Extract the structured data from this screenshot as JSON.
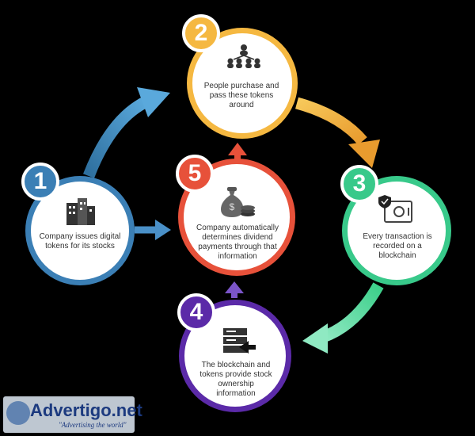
{
  "steps": [
    {
      "number": "1",
      "text": "Company issues digital tokens for its stocks",
      "color": "#3b7fb5",
      "icon": "building-icon"
    },
    {
      "number": "2",
      "text": "People purchase and pass these tokens around",
      "color": "#f5b841",
      "icon": "people-network-icon"
    },
    {
      "number": "3",
      "text": "Every transaction is recorded on a blockchain",
      "color": "#38c98a",
      "icon": "safe-shield-icon"
    },
    {
      "number": "4",
      "text": "The blockchain and tokens provide stock ownership information",
      "color": "#5b2aa8",
      "icon": "server-arrow-icon"
    },
    {
      "number": "5",
      "text": "Company automatically determines dividend payments through that information",
      "color": "#e7513a",
      "icon": "money-bag-icon"
    }
  ],
  "watermark": {
    "brand": "Advertigo.net",
    "tagline": "\"Advertising the world\""
  }
}
